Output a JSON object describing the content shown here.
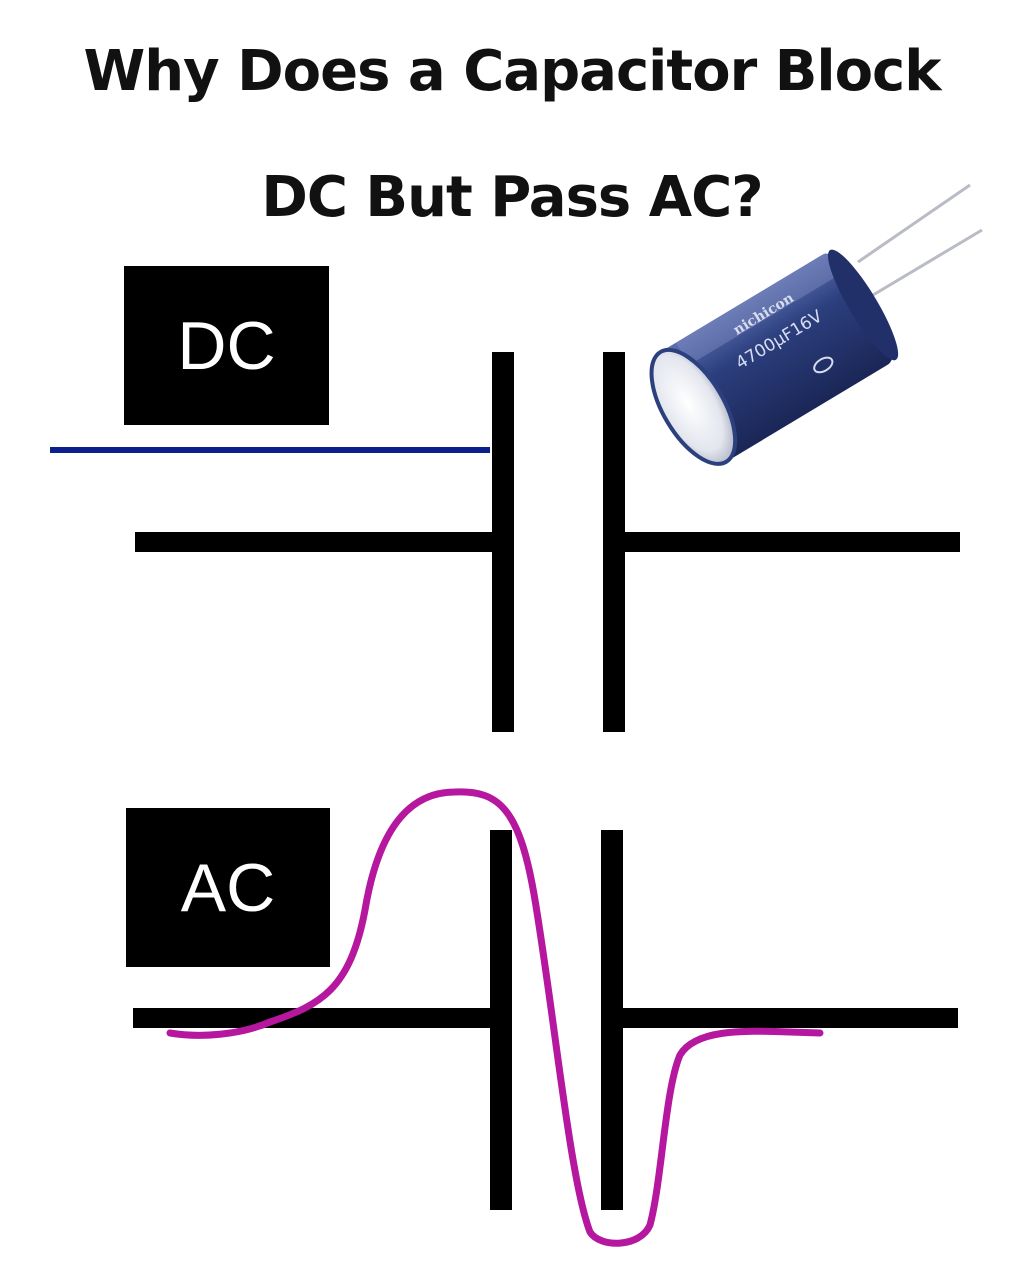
{
  "title": {
    "line1": "Why Does a Capacitor Block",
    "line2": "DC But Pass AC?"
  },
  "labels": {
    "dc": "DC",
    "ac": "AC"
  },
  "capacitor_photo": {
    "brand": "nichicon",
    "rating": "4700µF16V",
    "body_color": "#2c3f7e"
  },
  "colors": {
    "dc_signal": "#0d1f8a",
    "ac_signal": "#b5179e",
    "symbol": "#000000"
  }
}
